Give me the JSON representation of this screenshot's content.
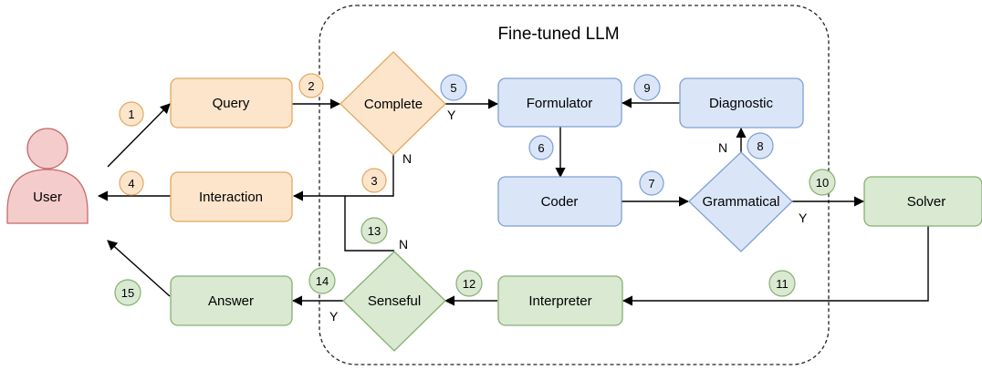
{
  "group": {
    "title": "Fine-tuned LLM"
  },
  "actors": {
    "user": "User"
  },
  "process_boxes": {
    "query": "Query",
    "interaction": "Interaction",
    "formulator": "Formulator",
    "diagnostic": "Diagnostic",
    "coder": "Coder",
    "solver": "Solver",
    "interpreter": "Interpreter",
    "answer": "Answer"
  },
  "decisions": {
    "complete": "Complete",
    "grammatical": "Grammatical",
    "senseful": "Senseful"
  },
  "branch_labels": {
    "complete_yes": "Y",
    "complete_no": "N",
    "grammatical_no": "N",
    "grammatical_yes": "Y",
    "senseful_no": "N",
    "senseful_yes": "Y"
  },
  "step_numbers": {
    "s1": "1",
    "s2": "2",
    "s3": "3",
    "s4": "4",
    "s5": "5",
    "s6": "6",
    "s7": "7",
    "s8": "8",
    "s9": "9",
    "s10": "10",
    "s11": "11",
    "s12": "12",
    "s13": "13",
    "s14": "14",
    "s15": "15"
  },
  "colors": {
    "orange_fill": "#fde5cc",
    "orange_stroke": "#e0a860",
    "blue_fill": "#dae6f8",
    "blue_stroke": "#7d9fd4",
    "green_fill": "#d9e9d2",
    "green_stroke": "#86b070",
    "red_fill": "#f5cccc",
    "red_stroke": "#c36a6a"
  }
}
